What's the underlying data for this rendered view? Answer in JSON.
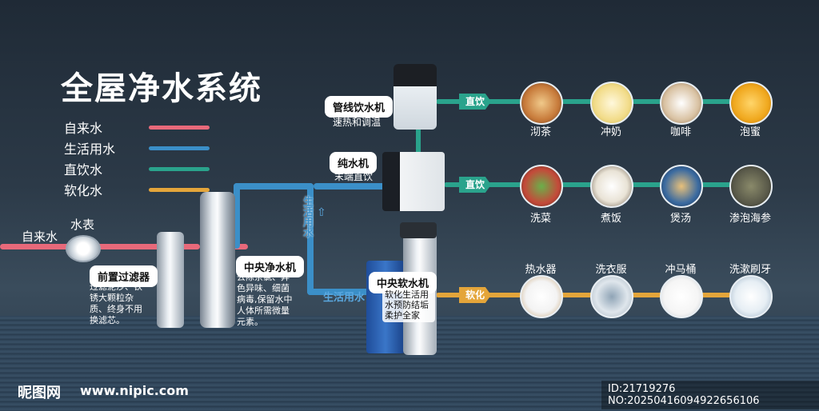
{
  "title": "全屋净水系统",
  "legend": [
    {
      "label": "自来水",
      "color": "#e8697a"
    },
    {
      "label": "生活用水",
      "color": "#3b8fc8"
    },
    {
      "label": "直饮水",
      "color": "#2aa38c"
    },
    {
      "label": "软化水",
      "color": "#e4a53a"
    }
  ],
  "inlet": {
    "label": "自来水",
    "meter": "水表"
  },
  "prefilter": {
    "title": "前置过滤器",
    "desc": "过滤泥沙、铁锈大颗粒杂质、终身不用换滤芯。"
  },
  "central_purifier": {
    "title": "中央净水机",
    "desc": "去除余氯、异色异味、细菌病毒,保留水中人体所需微量元素。"
  },
  "softener": {
    "title": "中央软水机",
    "desc": "软化生活用水预防结垢柔护全家"
  },
  "pipeline_dispenser": {
    "title": "管线饮水机",
    "desc": "速热和调温"
  },
  "ro": {
    "title": "纯水机",
    "desc": "末端直饮"
  },
  "pipe_labels": {
    "vertical": "生活用水",
    "horizontal": "生活用水"
  },
  "tags": {
    "direct1": "直饮",
    "direct2": "直饮",
    "soft": "软化"
  },
  "row1": [
    {
      "label": "沏茶",
      "icon": "tea-icon",
      "color": "#c77a3a"
    },
    {
      "label": "冲奶",
      "icon": "milk-icon",
      "color": "#f2dc8a"
    },
    {
      "label": "咖啡",
      "icon": "coffee-icon",
      "color": "#d9c2a3"
    },
    {
      "label": "泡蜜",
      "icon": "honey-icon",
      "color": "#f0a81e"
    }
  ],
  "row2": [
    {
      "label": "洗菜",
      "icon": "vegetable-icon",
      "color": "#c44a3a"
    },
    {
      "label": "煮饭",
      "icon": "rice-icon",
      "color": "#e9e3d6"
    },
    {
      "label": "煲汤",
      "icon": "soup-icon",
      "color": "#3a6aa0"
    },
    {
      "label": "渗泡海参",
      "icon": "sea-cucumber-icon",
      "color": "#5a5a4a"
    }
  ],
  "row3": [
    {
      "label": "热水器",
      "icon": "water-heater-icon",
      "color": "#f3f3f3"
    },
    {
      "label": "洗衣服",
      "icon": "washing-machine-icon",
      "color": "#dfe6ec"
    },
    {
      "label": "冲马桶",
      "icon": "toilet-icon",
      "color": "#f5f5f5"
    },
    {
      "label": "洗漱刷牙",
      "icon": "brushing-icon",
      "color": "#e6eef4"
    }
  ],
  "footer": {
    "logo": "昵图网",
    "url": "www.nipic.com",
    "id": "ID:21719276 NO:20250416094922656106"
  }
}
